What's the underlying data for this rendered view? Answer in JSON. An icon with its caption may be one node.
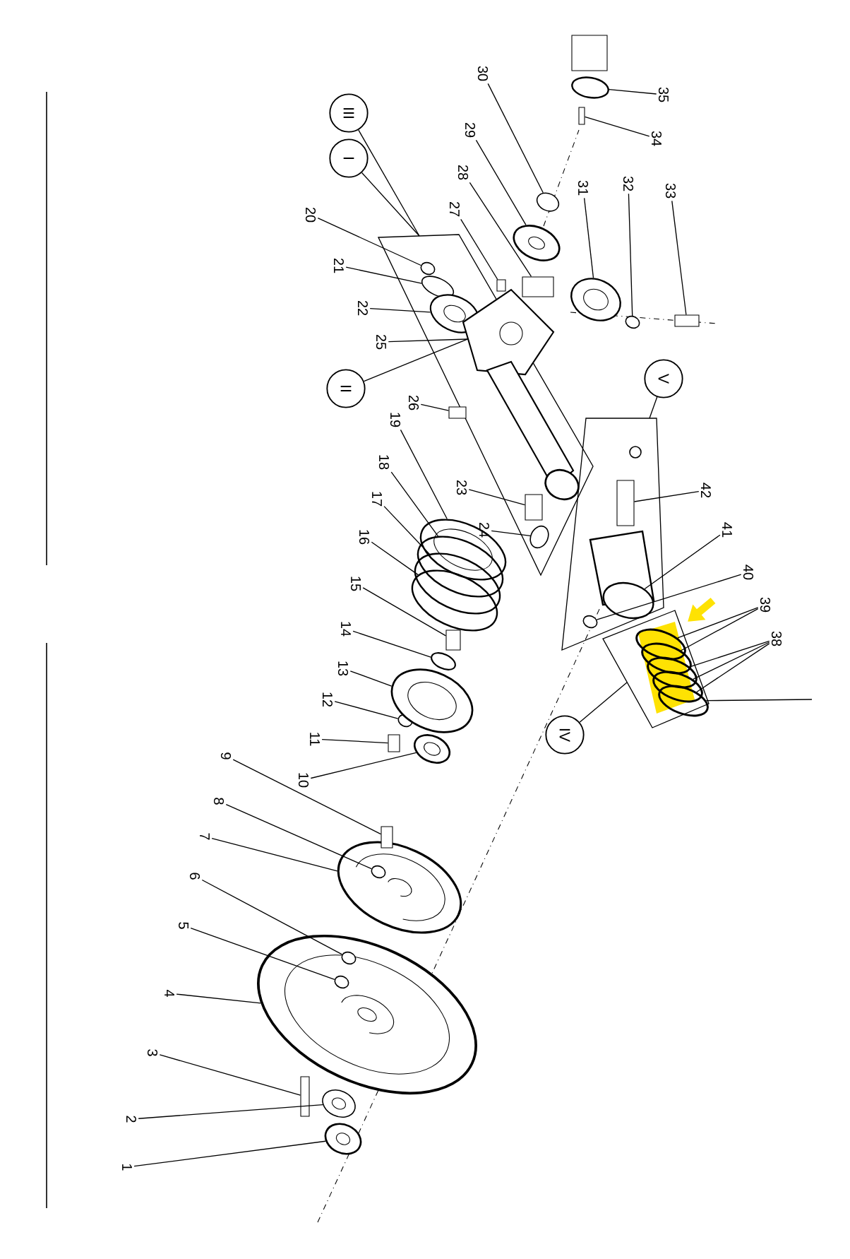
{
  "diagram": {
    "nodes": [
      {
        "text": [
          "1"
        ]
      },
      {
        "text": [
          "2"
        ]
      },
      {
        "text": [
          "3"
        ]
      },
      {
        "text": [
          "4"
        ]
      },
      {
        "text": [
          "5"
        ]
      },
      {
        "text": [
          "6"
        ]
      },
      {
        "text": [
          "7"
        ]
      },
      {
        "text": [
          "8"
        ]
      },
      {
        "text": [
          "9"
        ]
      },
      {
        "text": [
          "10"
        ]
      },
      {
        "text": [
          "11"
        ]
      },
      {
        "text": [
          "12"
        ]
      },
      {
        "text": [
          "13"
        ]
      },
      {
        "text": [
          "14"
        ]
      },
      {
        "text": [
          "15"
        ]
      },
      {
        "text": [
          "16"
        ]
      },
      {
        "text": [
          "17"
        ]
      },
      {
        "text": [
          "18"
        ]
      },
      {
        "text": [
          "19"
        ]
      },
      {
        "text": [
          "20"
        ]
      },
      {
        "text": [
          "21"
        ]
      },
      {
        "text": [
          "22"
        ]
      },
      {
        "text": [
          "23"
        ]
      },
      {
        "text": [
          "24"
        ]
      },
      {
        "text": [
          "25"
        ]
      },
      {
        "text": [
          "26"
        ]
      },
      {
        "text": [
          "27"
        ]
      },
      {
        "text": [
          "28"
        ]
      },
      {
        "text": [
          "29"
        ]
      },
      {
        "text": [
          "30"
        ]
      },
      {
        "text": [
          "31"
        ]
      },
      {
        "text": [
          "32"
        ]
      },
      {
        "text": [
          "33"
        ]
      },
      {
        "text": [
          "34"
        ]
      },
      {
        "text": [
          "35"
        ]
      },
      {
        "text": [
          "38"
        ]
      },
      {
        "text": [
          "39"
        ]
      },
      {
        "text": [
          "40"
        ]
      },
      {
        "text": [
          "41"
        ]
      },
      {
        "text": [
          "42"
        ]
      },
      {
        "text": [
          "I"
        ]
      },
      {
        "text": [
          "II"
        ]
      },
      {
        "text": [
          "III"
        ]
      },
      {
        "text": [
          "IV"
        ]
      },
      {
        "text": [
          "V"
        ]
      },
      {
        "text": [],
        "shape": "picture"
      },
      {
        "text": [],
        "shape": "picture"
      },
      {
        "text": [],
        "shape": "box"
      },
      {
        "text": [],
        "shape": "picture"
      },
      {
        "text": [],
        "shape": "circle",
        "in": 48
      },
      {
        "text": [],
        "shape": "circle",
        "in": 48
      },
      {
        "text": [],
        "shape": "picture"
      },
      {
        "text": [],
        "shape": "circle",
        "in": 51
      },
      {
        "text": [],
        "shape": "box"
      },
      {
        "text": [],
        "shape": "picture"
      },
      {
        "text": [],
        "shape": "box"
      },
      {
        "text": [],
        "shape": "circle"
      },
      {
        "text": [],
        "shape": "picture"
      },
      {
        "text": [],
        "shape": "circle"
      },
      {
        "text": [],
        "shape": "box"
      },
      {
        "text": [],
        "shape": "circle"
      },
      {
        "text": [],
        "shape": "circle"
      },
      {
        "text": [],
        "shape": "circle"
      },
      {
        "text": [],
        "shape": "picture"
      },
      {
        "text": [],
        "shape": "box"
      },
      {
        "text": [],
        "shape": "circle",
        "in": 64
      },
      {
        "text": [],
        "shape": "circle",
        "in": 64
      },
      {
        "text": [],
        "shape": "picture",
        "in": 64
      },
      {
        "text": [],
        "shape": "picture",
        "in": 64
      },
      {
        "text": [],
        "shape": "box"
      },
      {
        "text": [],
        "shape": "box"
      },
      {
        "text": [],
        "shape": "box"
      },
      {
        "text": [],
        "shape": "picture"
      },
      {
        "text": [],
        "shape": "circle"
      },
      {
        "text": [],
        "shape": "picture"
      },
      {
        "text": [],
        "shape": "circle"
      },
      {
        "text": [],
        "shape": "box"
      },
      {
        "text": [],
        "shape": "box"
      },
      {
        "text": [],
        "shape": "circle"
      },
      {
        "text": [],
        "shape": "box",
        "in": 64
      },
      {
        "text": [],
        "shape": "circle",
        "in": 64
      },
      {
        "text": [],
        "shape": "box"
      },
      {
        "text": [],
        "shape": "box",
        "in": 81
      },
      {
        "text": [],
        "shape": "picture",
        "in": 81
      },
      {
        "text": [],
        "shape": "circle",
        "in": 81
      },
      {
        "text": [],
        "shape": "box"
      },
      {
        "text": [],
        "shape": "circle",
        "in": 85
      },
      {
        "text": [],
        "shape": "circle",
        "in": 85
      },
      {
        "text": [],
        "shape": "circle",
        "in": 85
      },
      {
        "text": [],
        "shape": "circle",
        "in": 85
      },
      {
        "text": [],
        "shape": "circle",
        "in": 85
      },
      {
        "text": [],
        "shape": "picture",
        "in": 64
      },
      {
        "text": [],
        "shape": "circle",
        "in": 81
      },
      {
        "text": [],
        "shape": "box"
      }
    ],
    "edges": [
      {
        "from": 0,
        "to": 45,
        "arrow": "none"
      },
      {
        "from": 1,
        "to": 46,
        "arrow": "none"
      },
      {
        "from": 2,
        "to": 47,
        "arrow": "none"
      },
      {
        "from": 3,
        "to": 48,
        "arrow": "none"
      },
      {
        "from": 4,
        "to": 49,
        "arrow": "none"
      },
      {
        "from": 5,
        "to": 50,
        "arrow": "none"
      },
      {
        "from": 6,
        "to": 51,
        "arrow": "none"
      },
      {
        "from": 7,
        "to": 52,
        "arrow": "none"
      },
      {
        "from": 8,
        "to": 53,
        "arrow": "none"
      },
      {
        "from": 9,
        "to": 54,
        "arrow": "none"
      },
      {
        "from": 10,
        "to": 55,
        "arrow": "none"
      },
      {
        "from": 11,
        "to": 56,
        "arrow": "none"
      },
      {
        "from": 12,
        "to": 57,
        "arrow": "none"
      },
      {
        "from": 13,
        "to": 58,
        "arrow": "none"
      },
      {
        "from": 14,
        "to": 59,
        "arrow": "none"
      },
      {
        "from": 15,
        "to": 60,
        "arrow": "none"
      },
      {
        "from": 16,
        "to": 61,
        "arrow": "none"
      },
      {
        "from": 17,
        "to": 62,
        "arrow": "none"
      },
      {
        "from": 18,
        "to": 63,
        "arrow": "none"
      },
      {
        "from": 19,
        "to": 65,
        "arrow": "none"
      },
      {
        "from": 20,
        "to": 66,
        "arrow": "none"
      },
      {
        "from": 21,
        "to": 67,
        "arrow": "none"
      },
      {
        "from": 22,
        "to": 79,
        "arrow": "none"
      },
      {
        "from": 23,
        "to": 80,
        "arrow": "none"
      },
      {
        "from": 24,
        "to": 68,
        "arrow": "none"
      },
      {
        "from": 25,
        "to": 69,
        "arrow": "none"
      },
      {
        "from": 26,
        "to": 70,
        "arrow": "none"
      },
      {
        "from": 27,
        "to": 71,
        "arrow": "none"
      },
      {
        "from": 28,
        "to": 72,
        "arrow": "none"
      },
      {
        "from": 29,
        "to": 73,
        "arrow": "none"
      },
      {
        "from": 30,
        "to": 74,
        "arrow": "none"
      },
      {
        "from": 31,
        "to": 75,
        "arrow": "none"
      },
      {
        "from": 32,
        "to": 76,
        "arrow": "none"
      },
      {
        "from": 33,
        "to": 77,
        "arrow": "none"
      },
      {
        "from": 34,
        "to": 78,
        "arrow": "none"
      },
      {
        "from": 35,
        "to": 88,
        "arrow": "none"
      },
      {
        "from": 35,
        "to": 89,
        "arrow": "none"
      },
      {
        "from": 35,
        "to": 90,
        "arrow": "none"
      },
      {
        "from": 36,
        "to": 86,
        "arrow": "none"
      },
      {
        "from": 36,
        "to": 87,
        "arrow": "none"
      },
      {
        "from": 37,
        "to": 84,
        "arrow": "none"
      },
      {
        "from": 38,
        "to": 83,
        "arrow": "none"
      },
      {
        "from": 39,
        "to": 82,
        "arrow": "none"
      },
      {
        "from": 40,
        "to": 64,
        "arrow": "none"
      },
      {
        "from": 41,
        "to": 68,
        "arrow": "none"
      },
      {
        "from": 42,
        "to": 64,
        "arrow": "none"
      },
      {
        "from": 43,
        "to": 85,
        "arrow": "none"
      },
      {
        "from": 44,
        "to": 81,
        "arrow": "none"
      },
      {
        "from": null,
        "to": 90,
        "arrow": "none"
      }
    ]
  }
}
